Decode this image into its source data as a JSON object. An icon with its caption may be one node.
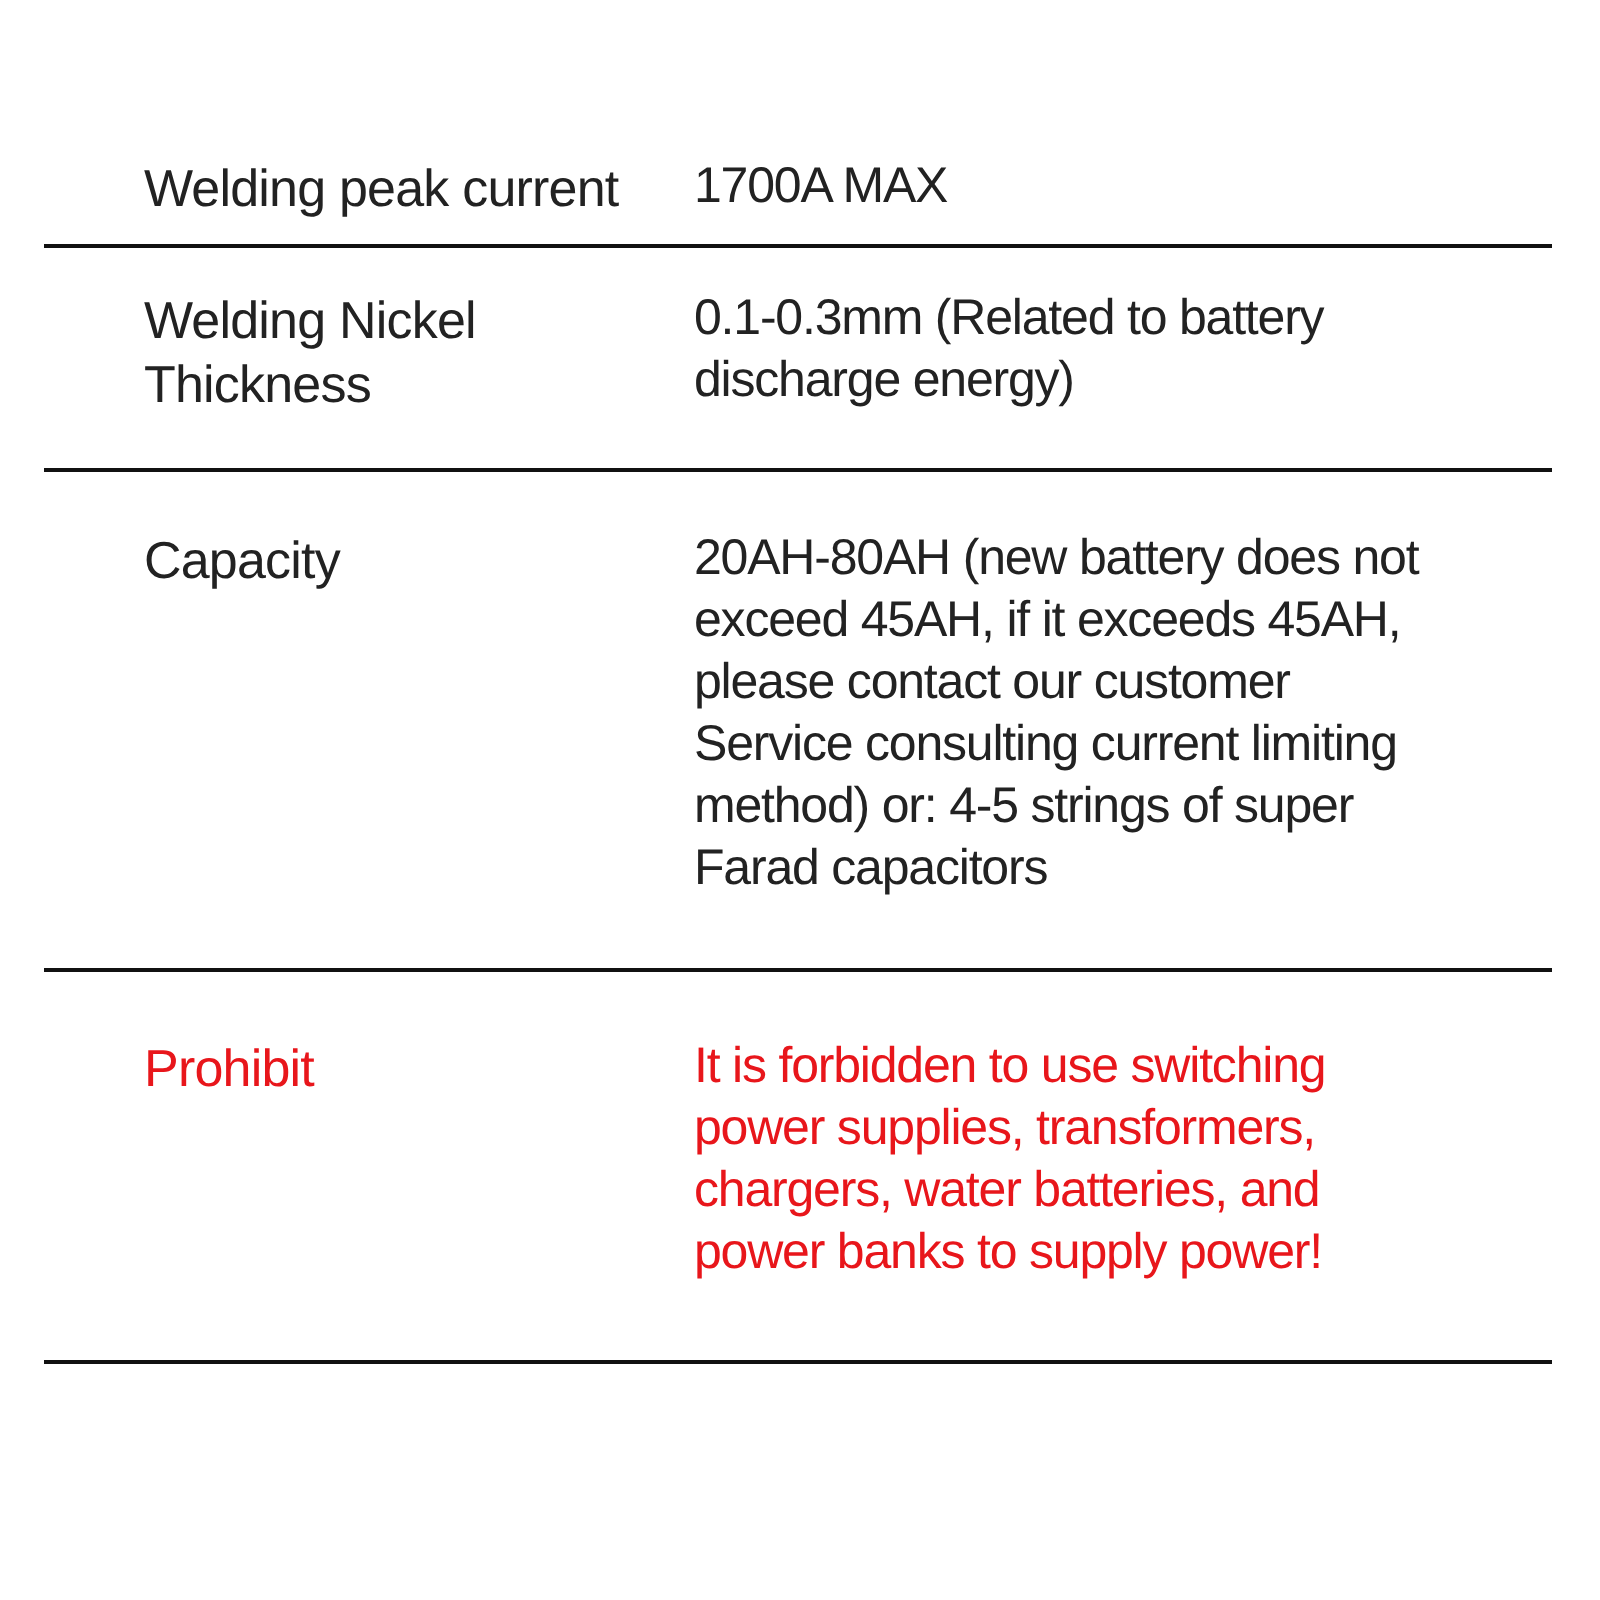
{
  "diagram": {
    "labels": [
      "Welding peak current",
      "1700A MAX",
      "Welding Nickel Thickness",
      "0.1-0.3mm (Related to battery discharge energy)",
      "Capacity",
      "20AH-80AH (new battery does not exceed 45AH, if it exceeds 45AH, please contact our customer",
      "Service consulting current limiting method) or: 4-5 strings of super Farad capacitors",
      "Prohibit",
      "It is forbidden to use switching power supplies, transformers, chargers, water batteries, and power banks to supply power!"
    ]
  }
}
